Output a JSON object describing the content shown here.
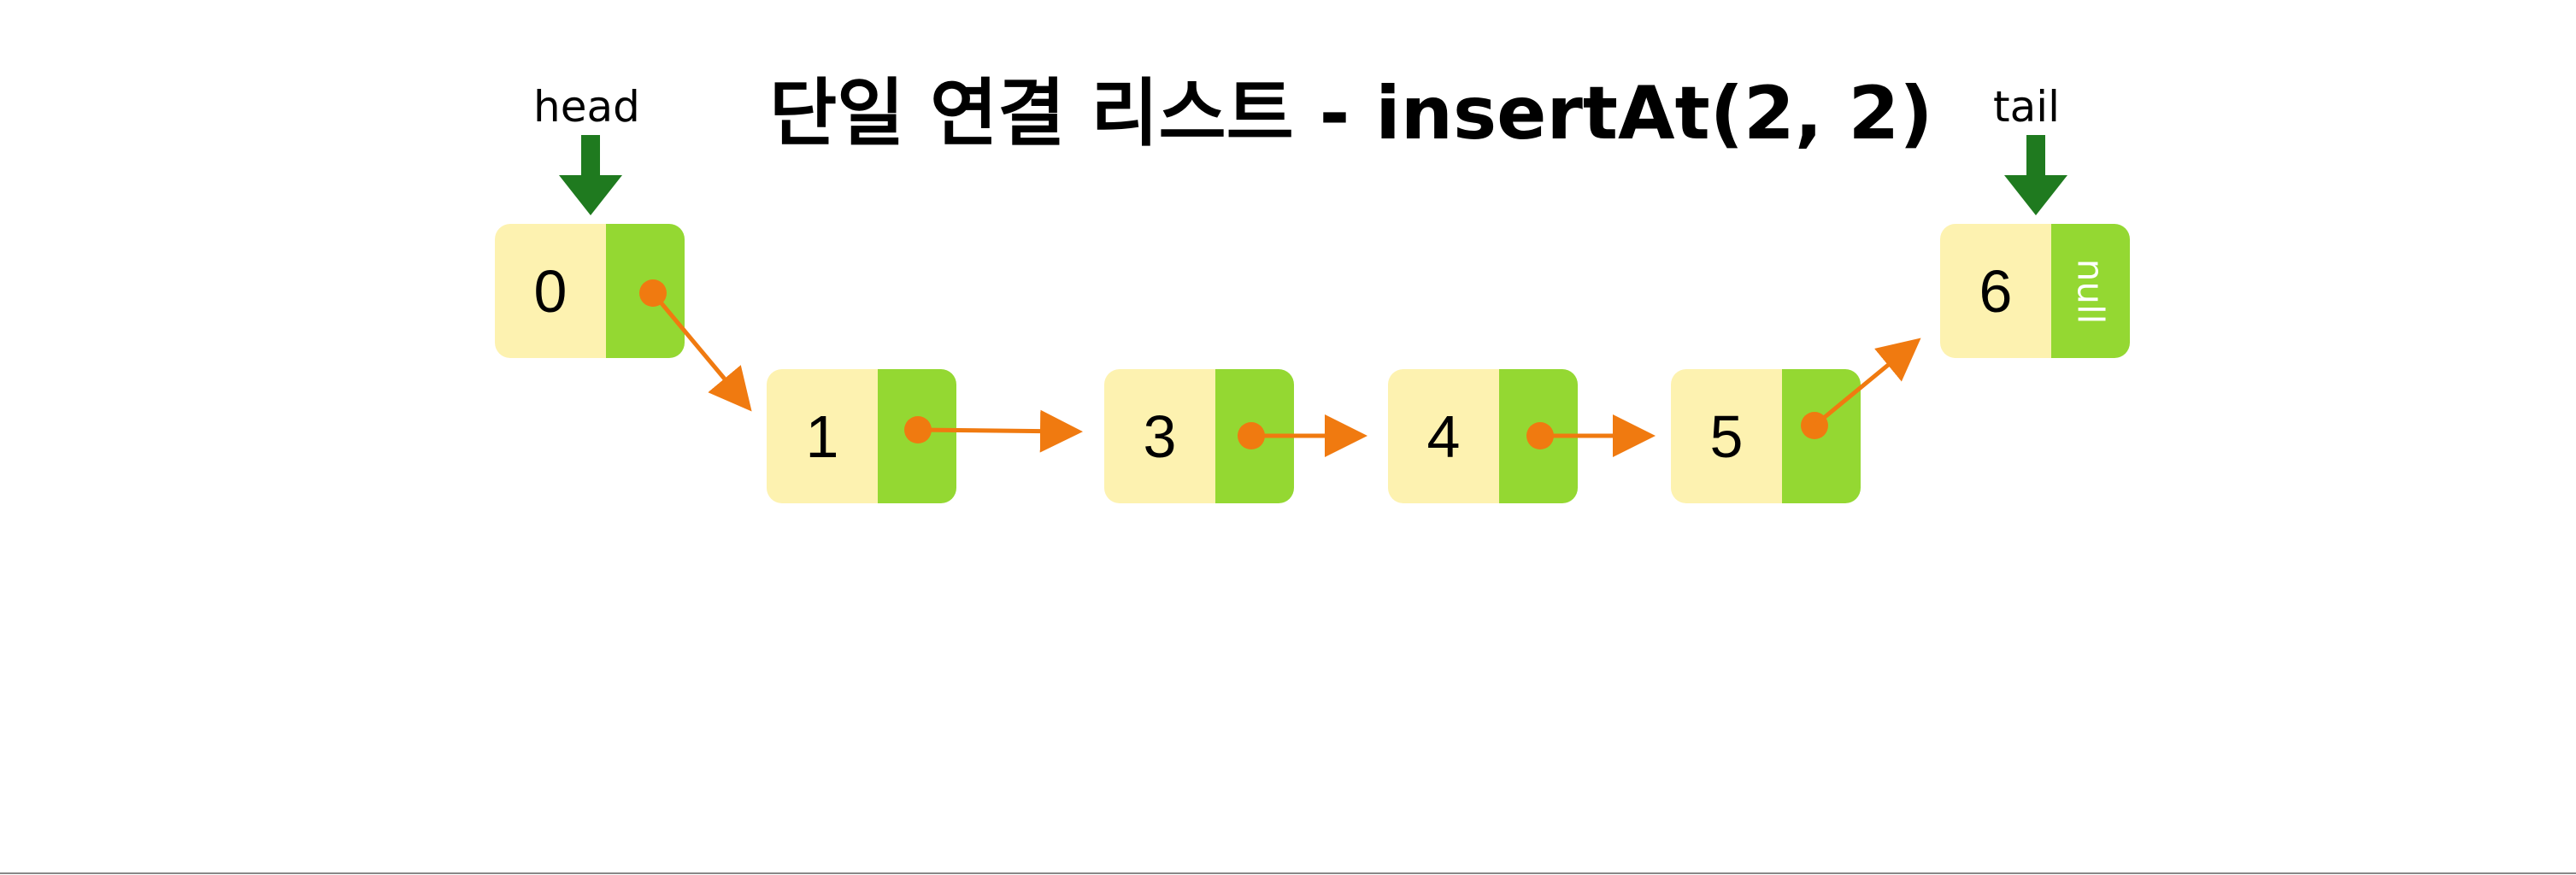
{
  "title": "단일 연결 리스트 - insertAt(2, 2)",
  "labels": {
    "head": "head",
    "tail": "tail"
  },
  "nodes": [
    {
      "value": "0",
      "next": "pointer"
    },
    {
      "value": "1",
      "next": "pointer"
    },
    {
      "value": "3",
      "next": "pointer"
    },
    {
      "value": "4",
      "next": "pointer"
    },
    {
      "value": "5",
      "next": "pointer"
    },
    {
      "value": "6",
      "next": "null"
    }
  ],
  "null_label": "null",
  "colors": {
    "value_fill": "#fdf2b0",
    "pointer_fill": "#94d832",
    "arrow": "#f07a10",
    "marker_arrow": "#1f7a1f"
  },
  "icons": [
    "down-arrow-icon",
    "pointer-dot-icon",
    "link-arrow-icon"
  ]
}
